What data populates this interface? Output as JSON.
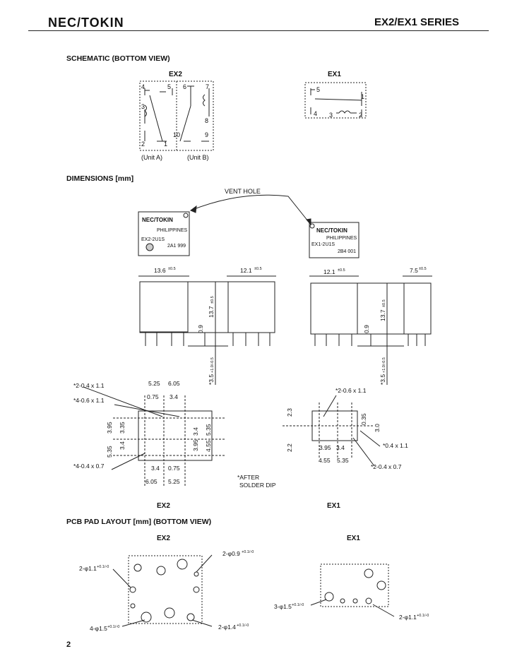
{
  "header": {
    "logo": "NEC/TOKIN",
    "series": "EX2/EX1 SERIES"
  },
  "schematic": {
    "title": "SCHEMATIC (BOTTOM VIEW)",
    "ex2_label": "EX2",
    "ex1_label": "EX1",
    "ex2_pins": [
      "4",
      "5",
      "6",
      "7",
      "3",
      "8",
      "2",
      "1",
      "10",
      "9"
    ],
    "unit_a": "(Unit  A)",
    "unit_b": "(Unit  B)",
    "ex1_pins": [
      "5",
      "1",
      "4",
      "3",
      "2"
    ]
  },
  "dimensions": {
    "title": "DIMENSIONS  [mm]",
    "vent_hole": "VENT HOLE",
    "ex2_top": {
      "brand": "NEC/TOKIN",
      "origin": "PHILIPPINES",
      "model": "EX2-2U1S",
      "lot": "2A1 999"
    },
    "ex1_top": {
      "brand": "NEC/TOKIN",
      "origin": "PHILIPPINES",
      "model": "EX1-2U1S",
      "lot": "2B4 001"
    },
    "dims": {
      "ex2_width": "13.6",
      "ex2_width_tol": "±0.5",
      "ex2_side": "12.1",
      "ex2_side_tol": "±0.5",
      "ex1_width": "12.1",
      "ex1_width_tol": "±0.5",
      "ex1_side": "7.5",
      "ex1_side_tol": "±0.5",
      "height": "13.7",
      "height_tol": "±0.5",
      "standoff": "0.9",
      "pin_len": "*3.5",
      "pin_len_tol": "+1.0/-0.5"
    },
    "ex2_bottom": {
      "notes": [
        "*2-0.4 x 1.1",
        "*4-0.6 x 1.1",
        "*4-0.4 x 0.7"
      ],
      "top_dims": [
        "5.25",
        "6.05",
        "0.75",
        "3.4"
      ],
      "bottom_dims": [
        "3.4",
        "0.75",
        "6.05",
        "5.25"
      ],
      "left_dims": [
        "3.95",
        "3.35",
        "3.4",
        "5.35"
      ],
      "right_dims": [
        "3.95",
        "3.4",
        "4.55",
        "5.35"
      ]
    },
    "after_note": [
      "*AFTER",
      "SOLDER DIP"
    ],
    "ex1_bottom": {
      "notes": [
        "*2-0.6 x 1.1",
        "*0.4 x 1.1",
        "*2-0.4 x 0.7"
      ],
      "dims": [
        "2.3",
        "2.2",
        "0.35",
        "3.0",
        "3.95",
        "3.4",
        "4.55",
        "5.35"
      ]
    },
    "ex2_label": "EX2",
    "ex1_label": "EX1"
  },
  "pcb": {
    "title": "PCB  PAD  LAYOUT  [mm] (BOTTOM  VIEW)",
    "ex2_label": "EX2",
    "ex1_label": "EX1",
    "ex2_notes": {
      "n1": "2-φ0.9",
      "n1_tol": "+0.1/-0",
      "n2": "2-φ1.1",
      "n2_tol": "+0.1/-0",
      "n3": "4-φ1.5",
      "n3_tol": "+0.1/-0",
      "n4": "2-φ1.4",
      "n4_tol": "+0.1/-0"
    },
    "ex1_notes": {
      "n1": "3-φ1.5",
      "n1_tol": "+0.1/-0",
      "n2": "2-φ1.1",
      "n2_tol": "+0.1/-0"
    }
  },
  "page_number": "2"
}
